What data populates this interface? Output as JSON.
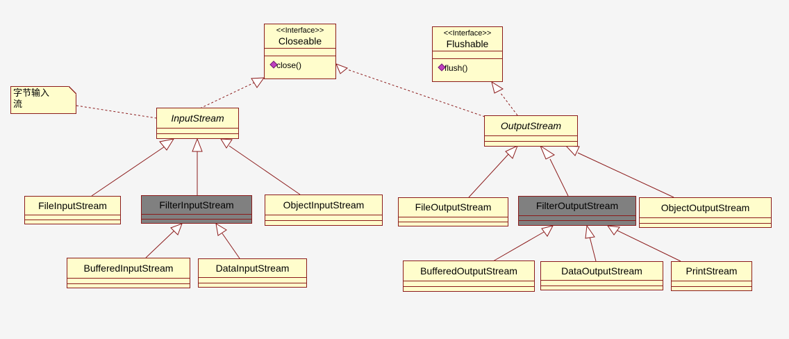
{
  "note": {
    "line1": "字节输入",
    "line2": "流"
  },
  "interfaces": {
    "closeable": {
      "stereotype": "<<Interface>>",
      "name": "Closeable",
      "op": "close()"
    },
    "flushable": {
      "stereotype": "<<Interface>>",
      "name": "Flushable",
      "op": "flush()"
    }
  },
  "classes": {
    "input_stream": "InputStream",
    "output_stream": "OutputStream",
    "file_input_stream": "FileInputStream",
    "filter_input_stream": "FilterInputStream",
    "object_input_stream": "ObjectInputStream",
    "buffered_input_stream": "BufferedInputStream",
    "data_input_stream": "DataInputStream",
    "file_output_stream": "FileOutputStream",
    "filter_output_stream": "FilterOutputStream",
    "object_output_stream": "ObjectOutputStream",
    "buffered_output_stream": "BufferedOutputStream",
    "data_output_stream": "DataOutputStream",
    "print_stream": "PrintStream"
  }
}
